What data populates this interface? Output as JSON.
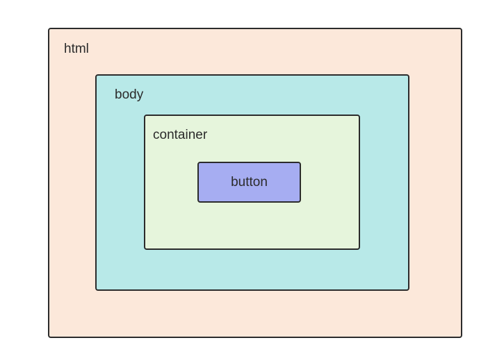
{
  "layers": {
    "html": {
      "label": "html",
      "fill": "#fce8da"
    },
    "body": {
      "label": "body",
      "fill": "#b8e9e8"
    },
    "container": {
      "label": "container",
      "fill": "#e6f5dc"
    },
    "button": {
      "label": "button",
      "fill": "#a6adf2"
    }
  },
  "colors": {
    "border": "#2b2b2b",
    "text": "#2b2b2b",
    "background": "#ffffff"
  }
}
